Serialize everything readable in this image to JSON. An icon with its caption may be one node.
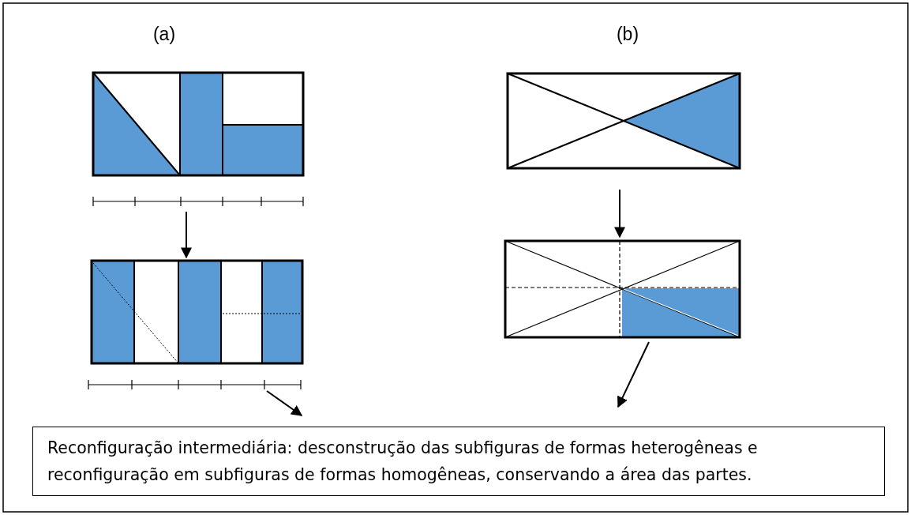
{
  "diagram": {
    "nodes": [
      {
        "text": [],
        "shape": "box"
      },
      {
        "text": [],
        "shape": "box"
      },
      {
        "text": [],
        "shape": "box"
      },
      {
        "text": [],
        "shape": "box"
      },
      {
        "text": [
          "Reconfiguração intermediária: desconstrução das subfiguras de formas heterogêneas e reconfiguração em subfiguras de formas homogêneas, conservando a área das partes."
        ]
      }
    ],
    "edges": [
      {
        "from": 0,
        "to": 1,
        "arrow": "to"
      },
      {
        "from": 2,
        "to": 3,
        "arrow": "to"
      },
      {
        "from": 1,
        "to": 4,
        "arrow": "to"
      },
      {
        "from": 3,
        "to": 4,
        "arrow": "to"
      }
    ],
    "labels": [
      "(a)",
      "(b)"
    ]
  }
}
